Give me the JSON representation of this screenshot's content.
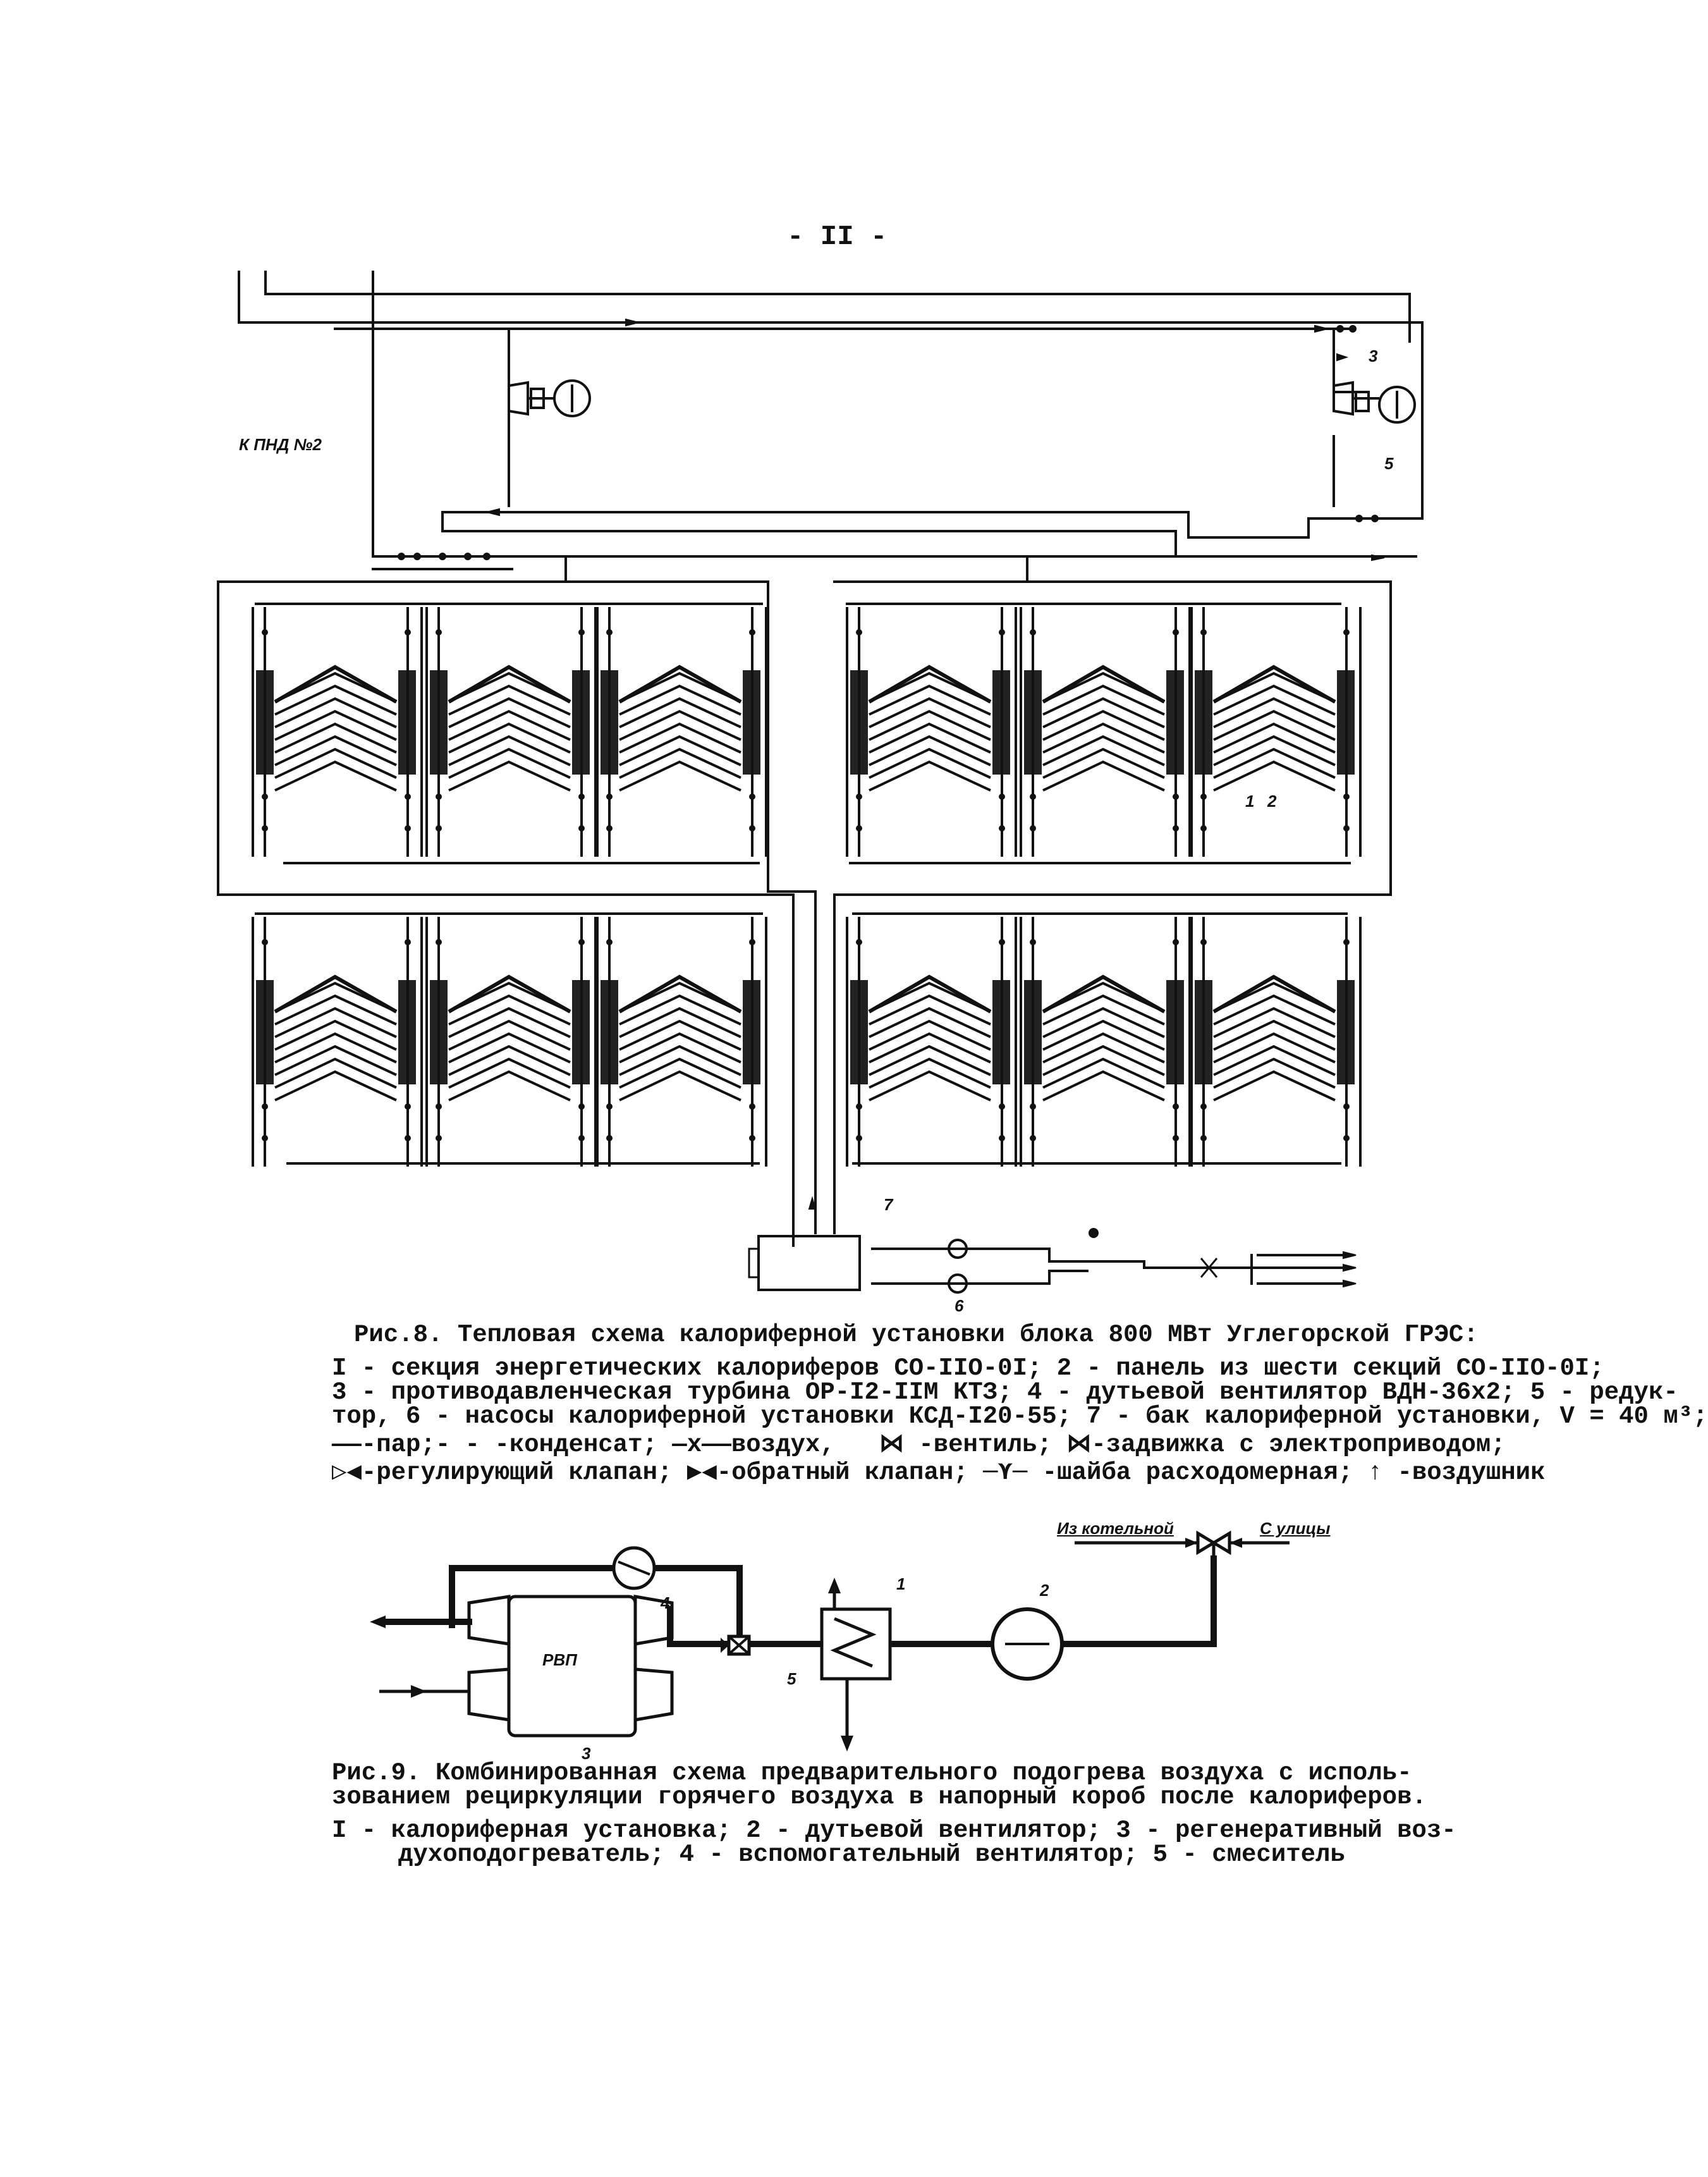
{
  "page_number": "- II -",
  "fig8": {
    "k_pnd_label": "К ПНД №2",
    "callouts": [
      "1",
      "2",
      "3",
      "5",
      "6",
      "7"
    ],
    "caption": "Рис.8. Тепловая схема калориферной установки блока 800 МВт Углегорской ГРЭС:",
    "legend_line1": "I - секция энергетических калориферов СО-IIО-0I; 2 - панель из шести секций СО-IIО-0I;",
    "legend_line2": "3 - противодавленческая турбина ОР-I2-IIМ КТЗ; 4 - дутьевой вентилятор ВДН-36х2; 5 - редук-",
    "legend_line3": "тор, 6 - насосы калориферной установки КСД-I20-55; 7 - бак калориферной установки, V = 40 м³;",
    "legend_line4": "——-пар;- - -конденсат; —х——воздух,   ⋈ -вентиль; ⋈-задвижка с электроприводом;",
    "legend_line5": "▷◀-регулирующий клапан; ▶◀-обратный клапан; ─⋎─ -шайба расходомерная; ↑ -воздушник"
  },
  "fig9": {
    "rvp_label": "РВП",
    "from_boiler": "Из котельной",
    "from_street": "С улицы",
    "callouts": [
      "1",
      "2",
      "3",
      "4",
      "5"
    ],
    "caption_line1": "Рис.9. Комбинированная схема предварительного подогрева воздуха с исполь-",
    "caption_line2": "зованием рециркуляции горячего воздуха в напорный короб после калориферов.",
    "legend_line1": "I - калориферная установка; 2 - дутьевой вентилятор; 3 - регенеративный воз-",
    "legend_line2": "духоподогреватель; 4 - вспомогательный вентилятор; 5 - смеситель"
  }
}
